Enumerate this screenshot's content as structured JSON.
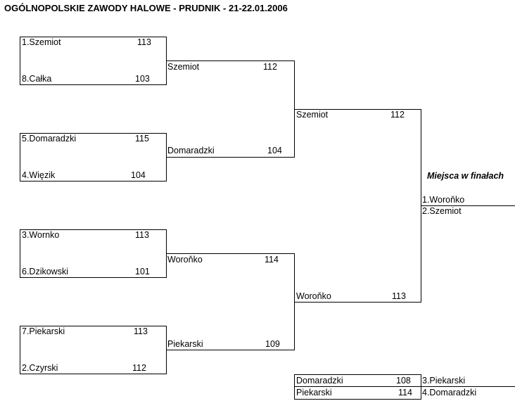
{
  "title": "OGÓLNOPOLSKIE ZAWODY HALOWE -  PRUDNIK  - 21-22.01.2006",
  "round1": [
    {
      "a_name": "1.Szemiot",
      "a_score": "113",
      "b_name": "8.Całka",
      "b_score": "103"
    },
    {
      "a_name": "5.Domaradzki",
      "a_score": "115",
      "b_name": "4.Więzik",
      "b_score": "104"
    },
    {
      "a_name": "3.Wornko",
      "a_score": "113",
      "b_name": "6.Dzikowski",
      "b_score": "101"
    },
    {
      "a_name": "7.Piekarski",
      "a_score": "113",
      "b_name": "2.Czyrski",
      "b_score": "112"
    }
  ],
  "round2": [
    {
      "name": "Szemiot",
      "score": "112"
    },
    {
      "name": "Domaradzki",
      "score": "104"
    },
    {
      "name": "Woroňko",
      "score": "114"
    },
    {
      "name": "Piekarski",
      "score": "109"
    }
  ],
  "semifinal": [
    {
      "name": "Szemiot",
      "score": "112"
    },
    {
      "name": "Woroňko",
      "score": "113"
    }
  ],
  "places_heading": "Miejsca w finałach",
  "final_places": [
    "1.Woroňko",
    "2.Szemiot"
  ],
  "third_place_match": [
    {
      "name": "Domaradzki",
      "score": "108"
    },
    {
      "name": "Piekarski",
      "score": "114"
    }
  ],
  "third_places": [
    "3.Piekarski",
    "4.Domaradzki"
  ]
}
